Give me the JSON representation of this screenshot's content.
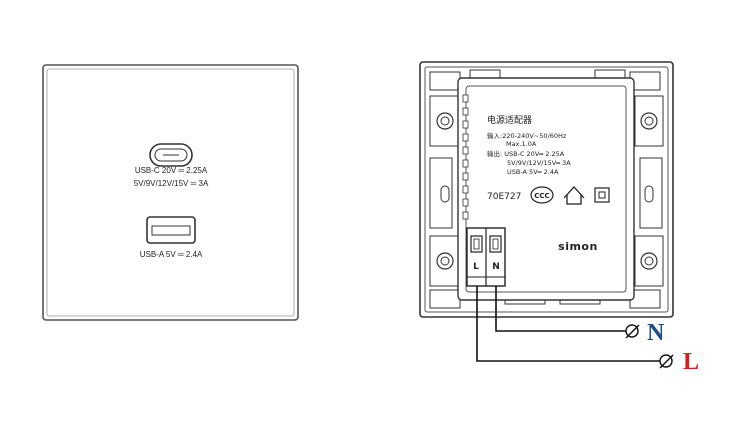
{
  "front_panel": {
    "usb_c_line1": "USB-C 20V ═ 2.25A",
    "usb_c_line2": "5V/9V/12V/15V ═ 3A",
    "usb_a_line": "USB-A 5V ═ 2.4A"
  },
  "back_label": {
    "title": "电源适配器",
    "input_line1": "输入:220-240V~50/60Hz",
    "input_line2": "Max.1.0A",
    "output_line1": "输出: USB-C 20V═ 2.25A",
    "output_line2": "5V/9V/12V/15V═ 3A",
    "output_line3": "USB-A 5V═ 2.4A",
    "model": "70E727",
    "cert_mark": "CCC",
    "brand": "simon"
  },
  "terminals": {
    "left": "L",
    "right": "N"
  },
  "wiring": {
    "neutral_label": "N",
    "live_label": "L",
    "neutral_color": "#1a4e8a",
    "live_color": "#d61f1f"
  },
  "icons": {
    "indoor": "house-icon",
    "double_insulation": "double-square-icon",
    "ccc": "ccc-mark-icon"
  }
}
